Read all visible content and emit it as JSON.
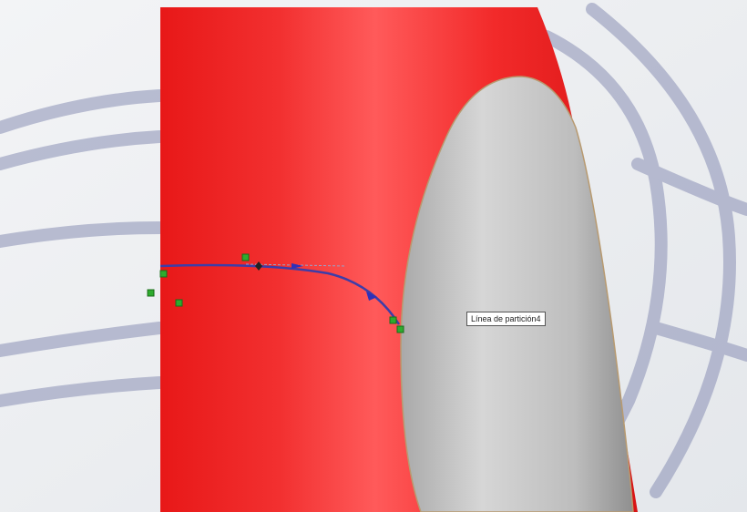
{
  "viewport": {
    "tooltip_text": "Línea de partición4"
  },
  "scene": {
    "background_color": "#e9ecef",
    "sketch_color": "#8a90b5",
    "body_color": "#f02a2a",
    "face_color": "#b8b8b8",
    "curve_color": "#3d3da8",
    "handle_color": "#2eab2e"
  },
  "icons": {
    "endpoint_handle": "green-square-handle",
    "direction_arrow": "blue-arrow-icon",
    "midpoint_marker": "black-diamond-marker"
  }
}
